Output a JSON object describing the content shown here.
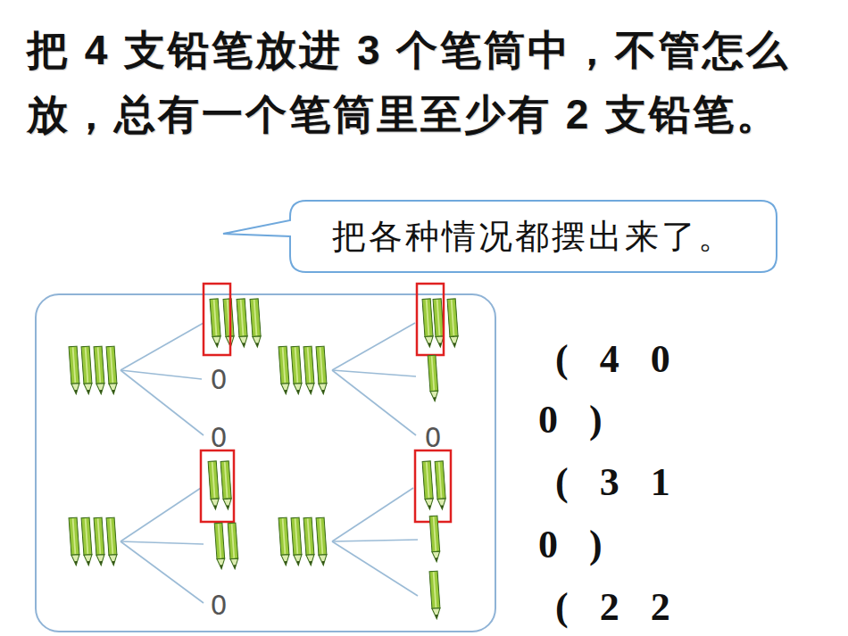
{
  "diagram": {
    "title": "把 4 支铅笔放进 3 个笔筒中，不管怎么放，总有一个笔筒里至少有 2 支铅笔。",
    "nodes": [
      {
        "text": [
          "把各种情况都摆出来了。"
        ]
      }
    ],
    "labels": [
      "0",
      "0",
      "0",
      "0",
      "( 4 0",
      "0 )",
      "( 3 1",
      "0 )",
      "( 2 2"
    ]
  }
}
